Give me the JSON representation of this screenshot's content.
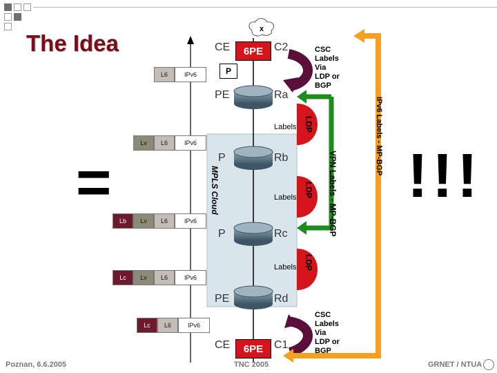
{
  "title": "The Idea",
  "colors": {
    "title": "#7a0d1a",
    "csc_arrow": "#5a0f3a",
    "green_arrow": "#1e8c1e",
    "orange_arrow": "#f5a01e",
    "lb_cell": "#6e1a2d",
    "ldp_box": "#d4141a"
  },
  "top": {
    "x_label": "x",
    "ce_label": "CE",
    "pe_box": "6PE",
    "c2_label": "C2",
    "p_box": "P",
    "csc_text": [
      "CSC",
      "Labels",
      "Via",
      "LDP or",
      "BGP"
    ]
  },
  "routers": {
    "pe_top": {
      "left": "PE",
      "right": "Ra"
    },
    "p_mid": {
      "left": "P",
      "right": "Rb"
    },
    "p_low": {
      "left": "P",
      "right": "Rc"
    },
    "pe_bottom": {
      "left": "PE",
      "right": "Rd"
    }
  },
  "labels": {
    "labels1": "Labels",
    "labels2": "Labels",
    "labels3": "Labels"
  },
  "ldp": {
    "ldp1": "LDP",
    "ldp2": "LDP",
    "ldp3": "LDP"
  },
  "stacks": {
    "row1": [
      "L6",
      "IPv6"
    ],
    "row2": [
      "Lv",
      "L6",
      "IPv6"
    ],
    "row3": [
      "Lb",
      "Lv",
      "L6",
      "IPv6"
    ],
    "row4": [
      "Lc",
      "Lv",
      "L6",
      "IPv6"
    ],
    "row5": [
      "Lc",
      "L6",
      "IPv6"
    ]
  },
  "side": {
    "mpls_cloud": "MPLS Cloud",
    "vpn_labels": "VPN Labels - MP-BGP",
    "ipv6_labels": "IPv6 Labels - MP-BGP",
    "equals": "=",
    "exclaim": "!!!"
  },
  "bottom": {
    "ce_label": "CE",
    "pe_box": "6PE",
    "c1_label": "C1",
    "csc_text": [
      "CSC",
      "Labels",
      "Via",
      "LDP or",
      "BGP"
    ]
  },
  "footer": {
    "left": "Poznan, 6.6.2005",
    "center": "TNC 2005",
    "right": "GRNET / NTUA"
  }
}
